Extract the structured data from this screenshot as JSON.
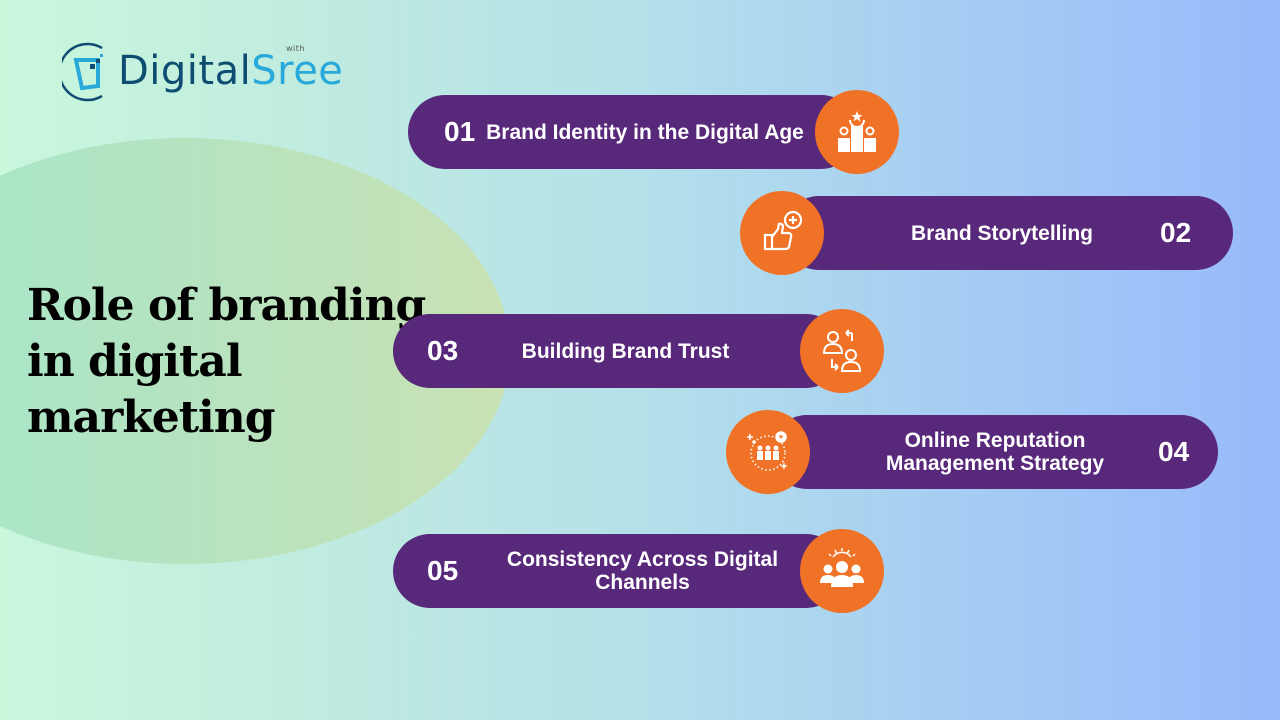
{
  "logo": {
    "brand_part1": "Digital",
    "brand_part2": "Sree",
    "with_label": "with"
  },
  "title": "Role of branding in digital marketing",
  "colors": {
    "pill_background": "#58287a",
    "icon_circle": "#f07226",
    "text_on_pill": "#ffffff",
    "background_left": "#c9f7dc",
    "background_right": "#98b9fb"
  },
  "items": [
    {
      "number": "01",
      "label": "Brand Identity in the Digital Age",
      "icon": "podium-star-icon"
    },
    {
      "number": "02",
      "label": "Brand Storytelling",
      "icon": "thumbs-up-plus-icon"
    },
    {
      "number": "03",
      "label": "Building Brand Trust",
      "icon": "people-exchange-icon"
    },
    {
      "number": "04",
      "label": "Online Reputation Management Strategy",
      "icon": "community-heart-icon"
    },
    {
      "number": "05",
      "label": "Consistency Across Digital Channels",
      "icon": "team-group-icon"
    }
  ]
}
